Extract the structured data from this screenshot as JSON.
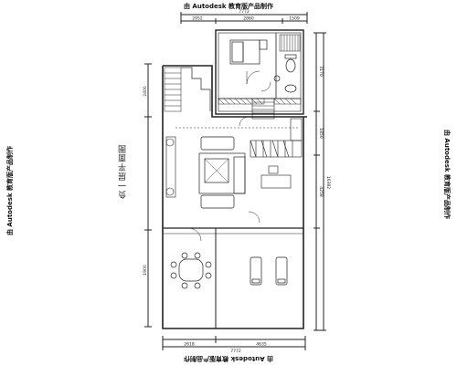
{
  "watermarks": {
    "top": "由 Autodesk 教育版产品制作",
    "bottom": "由 Autodesk 教育版产品制作",
    "left": "由 Autodesk 教育版产品制作",
    "right": "由 Autodesk 教育版产品制作"
  },
  "plan_title": "负一层平面图",
  "dimensions": {
    "top_total": "7772",
    "top_segments": [
      "2952",
      "2860",
      "1509"
    ],
    "bottom_total": "7772",
    "bottom_segments": [
      "2618",
      "4635"
    ],
    "right_segments": [
      "3170",
      "1850",
      "4258"
    ],
    "right_total": "16382",
    "left_segments": [
      "2400",
      "1900"
    ]
  },
  "colors": {
    "line": "#222222",
    "fill_light": "#e8e8e8"
  }
}
